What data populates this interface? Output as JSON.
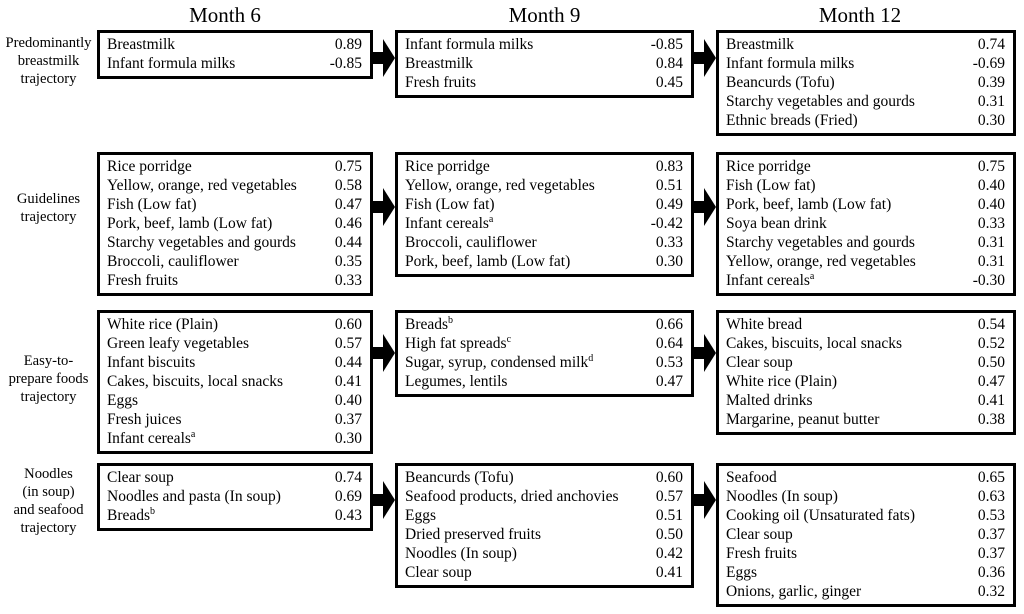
{
  "headers": {
    "months": [
      "Month 6",
      "Month 9",
      "Month 12"
    ]
  },
  "colors": {
    "background": "#ffffff",
    "box_border": "#000000",
    "text": "#000000",
    "arrow": "#000000"
  },
  "icons": {
    "arrow": "arrow-right-icon"
  },
  "trajectories": [
    {
      "label": "Predominantly\nbreastmilk\ntrajectory",
      "months": [
        {
          "items": [
            {
              "name": "Breastmilk",
              "value": "0.89"
            },
            {
              "name": "Infant formula milks",
              "value": "-0.85"
            }
          ]
        },
        {
          "items": [
            {
              "name": "Infant formula milks",
              "value": "-0.85"
            },
            {
              "name": "Breastmilk",
              "value": "0.84"
            },
            {
              "name": "Fresh fruits",
              "value": "0.45"
            }
          ]
        },
        {
          "items": [
            {
              "name": "Breastmilk",
              "value": "0.74"
            },
            {
              "name": "Infant formula milks",
              "value": "-0.69"
            },
            {
              "name": "Beancurds (Tofu)",
              "value": "0.39"
            },
            {
              "name": "Starchy vegetables and gourds",
              "value": "0.31"
            },
            {
              "name": "Ethnic breads (Fried)",
              "value": "0.30"
            }
          ]
        }
      ]
    },
    {
      "label": "Guidelines\ntrajectory",
      "months": [
        {
          "items": [
            {
              "name": "Rice porridge",
              "value": "0.75"
            },
            {
              "name": "Yellow, orange, red vegetables",
              "value": "0.58"
            },
            {
              "name": "Fish (Low fat)",
              "value": "0.47"
            },
            {
              "name": "Pork, beef, lamb (Low fat)",
              "value": "0.46"
            },
            {
              "name": "Starchy vegetables and gourds",
              "value": "0.44"
            },
            {
              "name": "Broccoli, cauliflower",
              "value": "0.35"
            },
            {
              "name": "Fresh fruits",
              "value": "0.33"
            }
          ]
        },
        {
          "items": [
            {
              "name": "Rice porridge",
              "value": "0.83"
            },
            {
              "name": "Yellow, orange, red vegetables",
              "value": "0.51"
            },
            {
              "name": "Fish (Low fat)",
              "value": "0.49"
            },
            {
              "name": "Infant cereals",
              "sup": "a",
              "value": "-0.42"
            },
            {
              "name": "Broccoli, cauliflower",
              "value": "0.33"
            },
            {
              "name": "Pork, beef, lamb (Low fat)",
              "value": "0.30"
            }
          ]
        },
        {
          "items": [
            {
              "name": "Rice porridge",
              "value": "0.75"
            },
            {
              "name": "Fish (Low fat)",
              "value": "0.40"
            },
            {
              "name": "Pork, beef, lamb (Low fat)",
              "value": "0.40"
            },
            {
              "name": "Soya bean drink",
              "value": "0.33"
            },
            {
              "name": "Starchy vegetables and gourds",
              "value": "0.31"
            },
            {
              "name": "Yellow, orange, red vegetables",
              "value": "0.31"
            },
            {
              "name": "Infant cereals",
              "sup": "a",
              "value": "-0.30"
            }
          ]
        }
      ]
    },
    {
      "label": "Easy-to-\nprepare foods\ntrajectory",
      "months": [
        {
          "items": [
            {
              "name": "White rice (Plain)",
              "value": "0.60"
            },
            {
              "name": "Green leafy vegetables",
              "value": "0.57"
            },
            {
              "name": "Infant biscuits",
              "value": "0.44"
            },
            {
              "name": "Cakes, biscuits, local snacks",
              "value": "0.41"
            },
            {
              "name": "Eggs",
              "value": "0.40"
            },
            {
              "name": "Fresh juices",
              "value": "0.37"
            },
            {
              "name": "Infant cereals",
              "sup": "a",
              "value": "0.30"
            }
          ]
        },
        {
          "items": [
            {
              "name": "Breads",
              "sup": "b",
              "value": "0.66"
            },
            {
              "name": "High fat spreads",
              "sup": "c",
              "value": "0.64"
            },
            {
              "name": "Sugar, syrup, condensed milk",
              "sup": "d",
              "value": "0.53"
            },
            {
              "name": "Legumes, lentils",
              "value": "0.47"
            }
          ]
        },
        {
          "items": [
            {
              "name": "White bread",
              "value": "0.54"
            },
            {
              "name": "Cakes, biscuits, local snacks",
              "value": "0.52"
            },
            {
              "name": "Clear soup",
              "value": "0.50"
            },
            {
              "name": "White rice (Plain)",
              "value": "0.47"
            },
            {
              "name": "Malted drinks",
              "value": "0.41"
            },
            {
              "name": "Margarine, peanut butter",
              "value": "0.38"
            }
          ]
        }
      ]
    },
    {
      "label": "Noodles\n(in soup)\nand seafood\ntrajectory",
      "months": [
        {
          "items": [
            {
              "name": "Clear soup",
              "value": "0.74"
            },
            {
              "name": "Noodles and pasta (In soup)",
              "value": "0.69"
            },
            {
              "name": "Breads",
              "sup": "b",
              "value": "0.43"
            }
          ]
        },
        {
          "items": [
            {
              "name": "Beancurds (Tofu)",
              "value": "0.60"
            },
            {
              "name": "Seafood products, dried anchovies",
              "value": "0.57"
            },
            {
              "name": "Eggs",
              "value": "0.51"
            },
            {
              "name": "Dried preserved fruits",
              "value": "0.50"
            },
            {
              "name": "Noodles (In soup)",
              "value": "0.42"
            },
            {
              "name": "Clear soup",
              "value": "0.41"
            }
          ]
        },
        {
          "items": [
            {
              "name": "Seafood",
              "value": "0.65"
            },
            {
              "name": "Noodles (In soup)",
              "value": "0.63"
            },
            {
              "name": "Cooking oil (Unsaturated fats)",
              "value": "0.53"
            },
            {
              "name": "Clear soup",
              "value": "0.37"
            },
            {
              "name": "Fresh fruits",
              "value": "0.37"
            },
            {
              "name": "Eggs",
              "value": "0.36"
            },
            {
              "name": "Onions, garlic, ginger",
              "value": "0.32"
            }
          ]
        }
      ]
    }
  ]
}
